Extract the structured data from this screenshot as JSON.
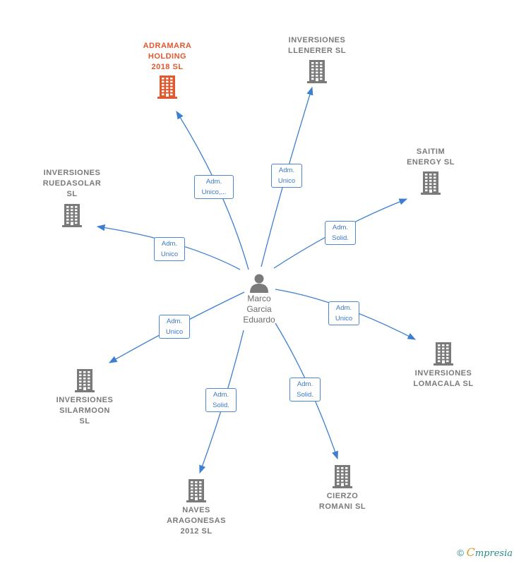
{
  "person": {
    "name": "Marco\nGarcia\nEduardo",
    "icon": "person-icon"
  },
  "companies": [
    {
      "id": "adramara",
      "label": "ADRAMARA\nHOLDING\n2018  SL",
      "highlight": true,
      "color": "#e2582f"
    },
    {
      "id": "llenerer",
      "label": "INVERSIONES\nLLENERER  SL",
      "highlight": false,
      "color": "#7a7a7a"
    },
    {
      "id": "saitim",
      "label": "SAITIM\nENERGY  SL",
      "highlight": false,
      "color": "#7a7a7a"
    },
    {
      "id": "ruedasolar",
      "label": "INVERSIONES\nRUEDASOLAR\nSL",
      "highlight": false,
      "color": "#7a7a7a"
    },
    {
      "id": "lomacala",
      "label": "INVERSIONES\nLOMACALA  SL",
      "highlight": false,
      "color": "#7a7a7a"
    },
    {
      "id": "silarmoon",
      "label": "INVERSIONES\nSILARMOON\nSL",
      "highlight": false,
      "color": "#7a7a7a"
    },
    {
      "id": "cierzo",
      "label": "CIERZO\nROMANI SL",
      "highlight": false,
      "color": "#7a7a7a"
    },
    {
      "id": "naves",
      "label": "NAVES\nARAGONESAS\n2012 SL",
      "highlight": false,
      "color": "#7a7a7a"
    }
  ],
  "relations": [
    {
      "to": "adramara",
      "role": "Adm.\nUnico,..."
    },
    {
      "to": "llenerer",
      "role": "Adm.\nUnico"
    },
    {
      "to": "saitim",
      "role": "Adm.\nSolid."
    },
    {
      "to": "ruedasolar",
      "role": "Adm.\nUnico"
    },
    {
      "to": "lomacala",
      "role": "Adm.\nUnico"
    },
    {
      "to": "silarmoon",
      "role": "Adm.\nUnico"
    },
    {
      "to": "cierzo",
      "role": "Adm.\nSolid."
    },
    {
      "to": "naves",
      "role": "Adm.\nSolid."
    }
  ],
  "colors": {
    "edge": "#3c7fd0",
    "building": "#7a7a7a",
    "highlight": "#e2582f"
  },
  "footer": {
    "copyright": "©",
    "brand_initial": "C",
    "brand_rest": "mpresia"
  }
}
